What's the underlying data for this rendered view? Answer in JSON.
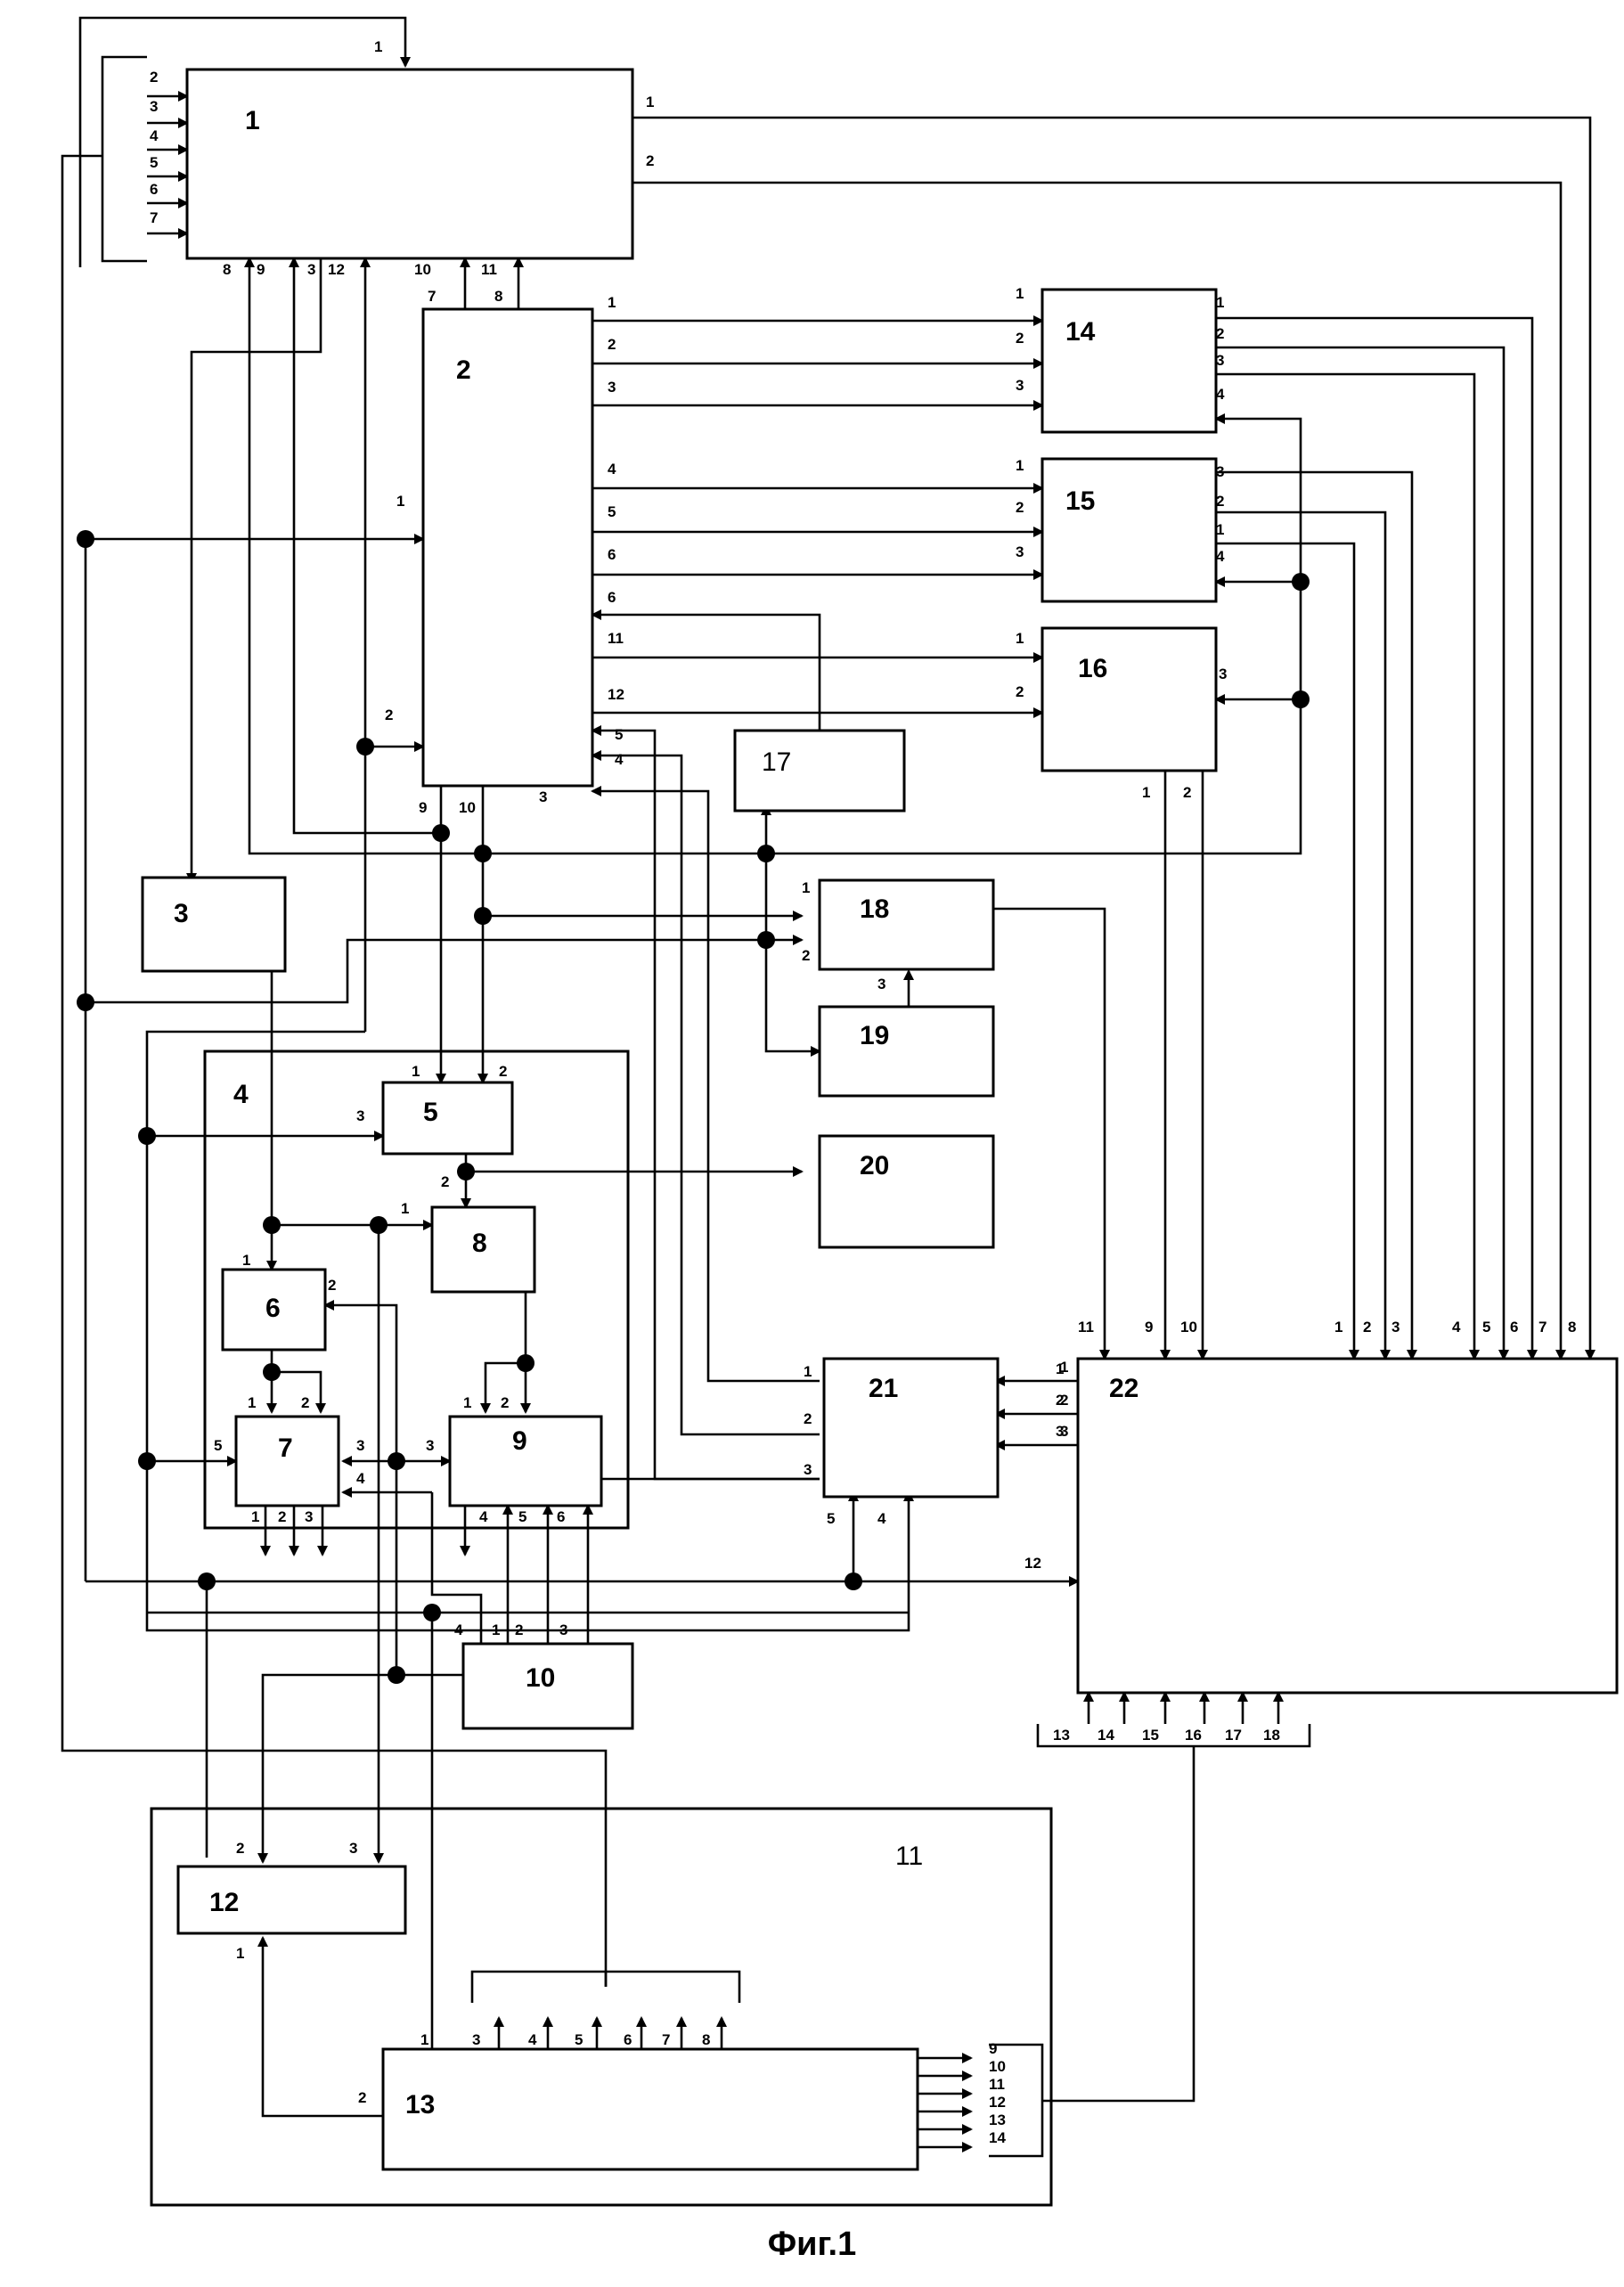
{
  "figure": {
    "caption": "Фиг.1",
    "blocks": [
      "1",
      "2",
      "3",
      "4",
      "5",
      "6",
      "7",
      "8",
      "9",
      "10",
      "11",
      "12",
      "13",
      "14",
      "15",
      "16",
      "17",
      "18",
      "19",
      "20",
      "21",
      "22"
    ],
    "ports": {
      "b1_left": [
        "2",
        "3",
        "4",
        "5",
        "6",
        "7"
      ],
      "b1_top": "1",
      "b1_right": [
        "1",
        "2"
      ],
      "b1_bottom": [
        "8",
        "9",
        "3",
        "12",
        "10",
        "11"
      ],
      "b2_top": [
        "7",
        "8"
      ],
      "b2_left": [
        "1",
        "2"
      ],
      "b2_right": [
        "1",
        "2",
        "3",
        "4",
        "5",
        "6",
        "6",
        "11",
        "12",
        "5",
        "4",
        "3"
      ],
      "b2_bottom": [
        "9",
        "10"
      ],
      "b14_in": [
        "1",
        "2",
        "3"
      ],
      "b14_out": [
        "1",
        "2",
        "3",
        "4"
      ],
      "b15_in": [
        "1",
        "2",
        "3"
      ],
      "b15_out": [
        "3",
        "2",
        "1",
        "4"
      ],
      "b16_in": [
        "1",
        "2",
        "3"
      ],
      "b16_out": [
        "1",
        "2"
      ],
      "b18_in": [
        "1",
        "2",
        "3"
      ],
      "b5_in": [
        "1",
        "2",
        "3"
      ],
      "b5_out": "2",
      "b8_in": "1",
      "b6_in": [
        "1",
        "2"
      ],
      "b7_in": [
        "1",
        "2",
        "3",
        "4",
        "5"
      ],
      "b7_out": [
        "1",
        "2",
        "3"
      ],
      "b9_in": [
        "1",
        "2",
        "3"
      ],
      "b9_out": [
        "4",
        "5",
        "6"
      ],
      "b10_out": [
        "1",
        "2",
        "3",
        "4"
      ],
      "b12_in": [
        "2",
        "3",
        "1"
      ],
      "b13_in": [
        "1",
        "2"
      ],
      "b13_top": [
        "3",
        "4",
        "5",
        "6",
        "7",
        "8"
      ],
      "b13_out": [
        "9",
        "10",
        "11",
        "12",
        "13",
        "14"
      ],
      "b21_in": [
        "1",
        "2",
        "3",
        "5",
        "4"
      ],
      "b21_right": [
        "1",
        "2",
        "3"
      ],
      "b22_top": [
        "11",
        "9",
        "10",
        "1",
        "2",
        "3",
        "4",
        "5",
        "6",
        "7",
        "8"
      ],
      "b22_left": [
        "1",
        "2",
        "3",
        "12"
      ],
      "b22_bottom": [
        "13",
        "14",
        "15",
        "16",
        "17",
        "18"
      ]
    }
  }
}
